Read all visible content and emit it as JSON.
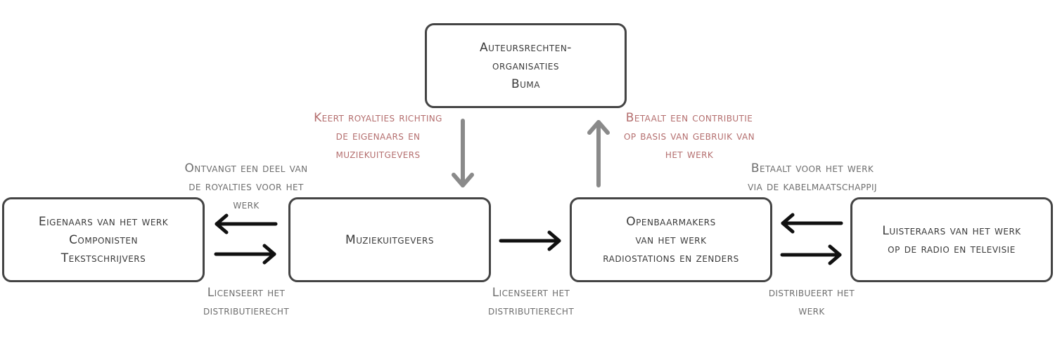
{
  "colors": {
    "box_border": "#444444",
    "text_dark": "#3a3a3a",
    "label_gray": "#6e6e6e",
    "label_red": "#b46e6e",
    "arrow_black": "#111111",
    "arrow_gray": "#8a8a8a"
  },
  "boxes": {
    "authors": [
      "Auteursrechten-",
      "organisaties",
      "Buma"
    ],
    "owners": [
      "Eigenaars van het werk",
      "Componisten",
      "Tekstschrijvers"
    ],
    "publishers": [
      "Muziekuitgevers"
    ],
    "broadcasters": [
      "Openbaarmakers",
      "van het werk",
      "radiostations en zenders"
    ],
    "listeners": [
      "Luisteraars van het werk",
      "op de radio en televisie"
    ]
  },
  "labels": {
    "royalties_to_owners": [
      "Keert royalties richting",
      "de eigenaars en",
      "muziekuitgevers"
    ],
    "contribution": [
      "Betaalt een contributie",
      "op basis van gebruik van",
      "het werk"
    ],
    "receives_share": [
      "Ontvangt een deel van",
      "de royalties voor het",
      "werk"
    ],
    "pays_cable": [
      "Betaalt voor het werk",
      "via de kabelmaatschappij"
    ],
    "license_left": [
      "Licenseert het",
      "distributierecht"
    ],
    "license_middle": [
      "Licenseert het",
      "distributierecht"
    ],
    "distributes": [
      "distribueert het",
      "werk"
    ]
  }
}
